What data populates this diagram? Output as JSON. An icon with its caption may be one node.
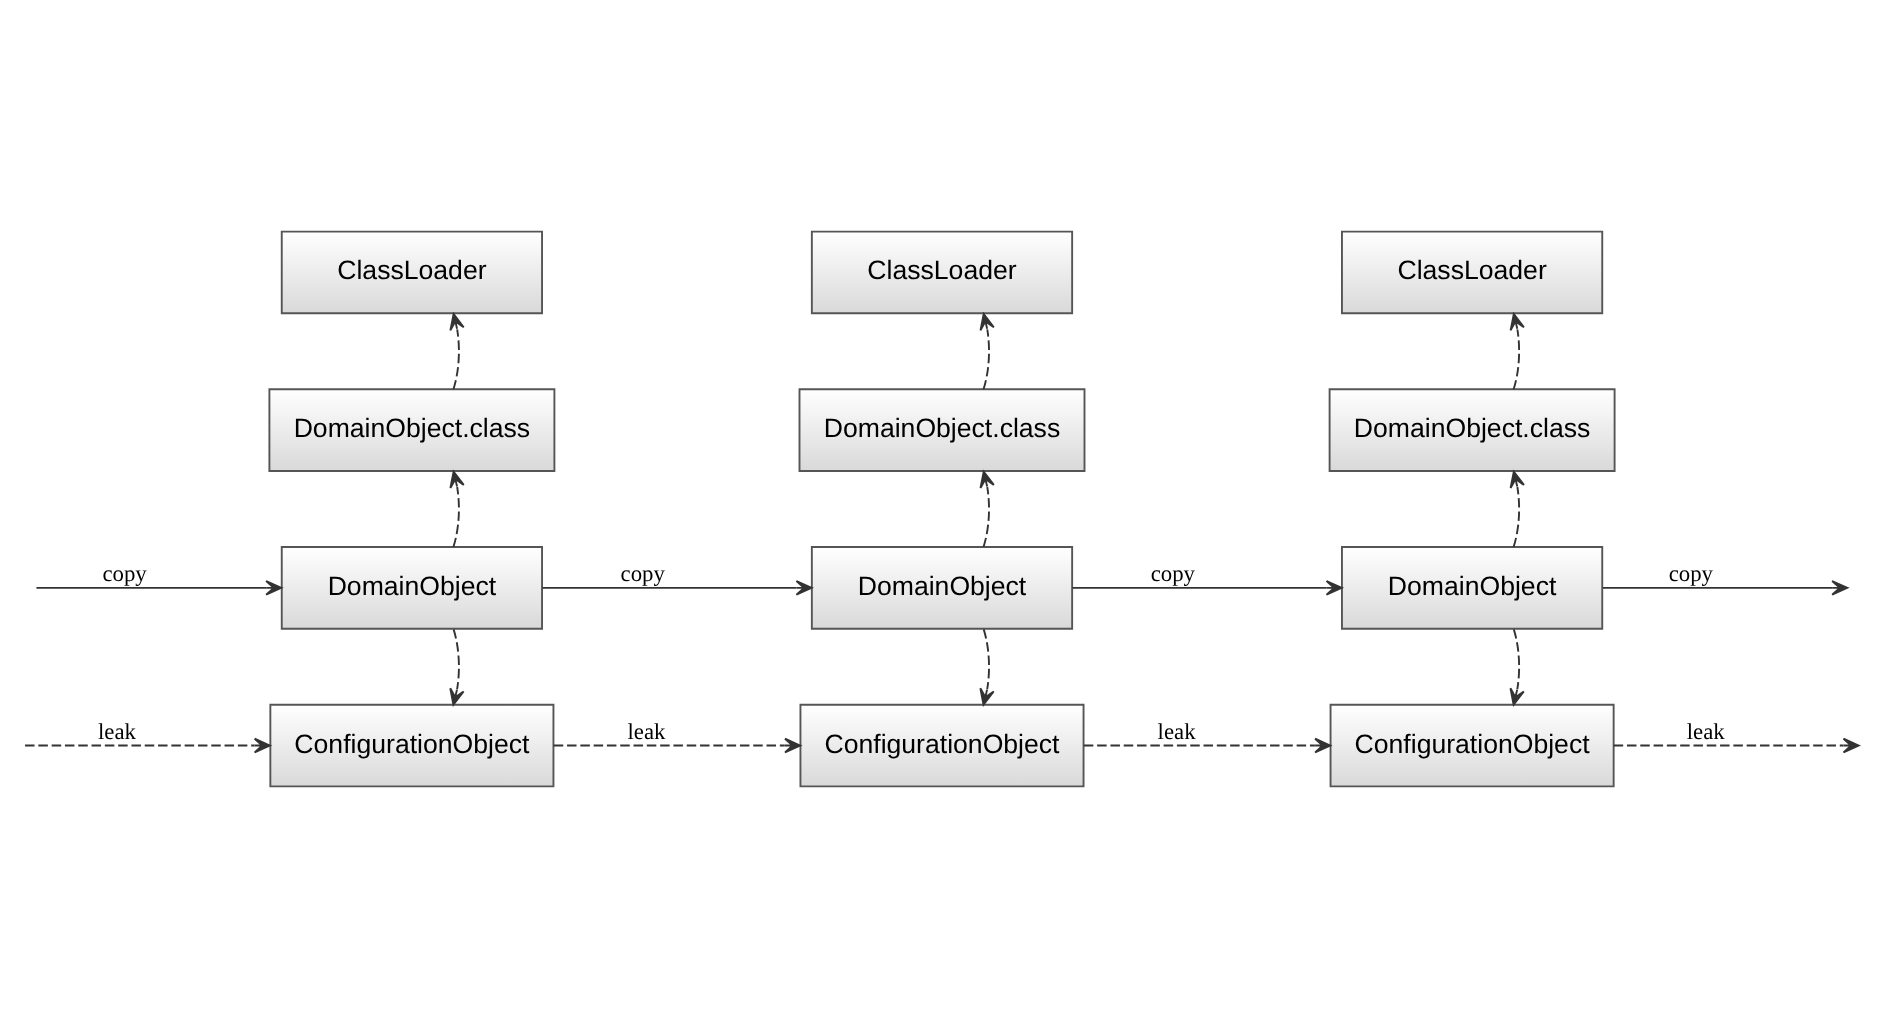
{
  "diagram": {
    "nodes": [
      {
        "text": [
          "ClassLoader"
        ]
      },
      {
        "text": [
          "ClassLoader"
        ]
      },
      {
        "text": [
          "ClassLoader"
        ]
      },
      {
        "text": [
          "DomainObject.class"
        ]
      },
      {
        "text": [
          "DomainObject.class"
        ]
      },
      {
        "text": [
          "DomainObject.class"
        ]
      },
      {
        "text": [
          "DomainObject"
        ]
      },
      {
        "text": [
          "DomainObject"
        ]
      },
      {
        "text": [
          "DomainObject"
        ]
      },
      {
        "text": [
          "ConfigurationObject"
        ]
      },
      {
        "text": [
          "ConfigurationObject"
        ]
      },
      {
        "text": [
          "ConfigurationObject"
        ]
      }
    ],
    "edges": [
      {
        "from": 3,
        "to": 0,
        "arrow": "to",
        "style": "dashed"
      },
      {
        "from": 4,
        "to": 1,
        "arrow": "to",
        "style": "dashed"
      },
      {
        "from": 5,
        "to": 2,
        "arrow": "to",
        "style": "dashed"
      },
      {
        "from": 6,
        "to": 3,
        "arrow": "to",
        "style": "dashed"
      },
      {
        "from": 7,
        "to": 4,
        "arrow": "to",
        "style": "dashed"
      },
      {
        "from": 8,
        "to": 5,
        "arrow": "to",
        "style": "dashed"
      },
      {
        "from": 6,
        "to": 9,
        "arrow": "to",
        "style": "dashed"
      },
      {
        "from": 7,
        "to": 10,
        "arrow": "to",
        "style": "dashed"
      },
      {
        "from": 8,
        "to": 11,
        "arrow": "to",
        "style": "dashed"
      },
      {
        "from": null,
        "to": 6,
        "arrow": "to",
        "label": "copy"
      },
      {
        "from": 6,
        "to": 7,
        "arrow": "to",
        "label": "copy"
      },
      {
        "from": 7,
        "to": 8,
        "arrow": "to",
        "label": "copy"
      },
      {
        "from": 8,
        "to": null,
        "arrow": "to",
        "label": "copy"
      },
      {
        "from": null,
        "to": 9,
        "arrow": "to",
        "label": "leak",
        "style": "dashed"
      },
      {
        "from": 9,
        "to": 10,
        "arrow": "to",
        "label": "leak",
        "style": "dashed"
      },
      {
        "from": 10,
        "to": 11,
        "arrow": "to",
        "label": "leak",
        "style": "dashed"
      },
      {
        "from": 11,
        "to": null,
        "arrow": "to",
        "label": "leak",
        "style": "dashed"
      }
    ]
  }
}
